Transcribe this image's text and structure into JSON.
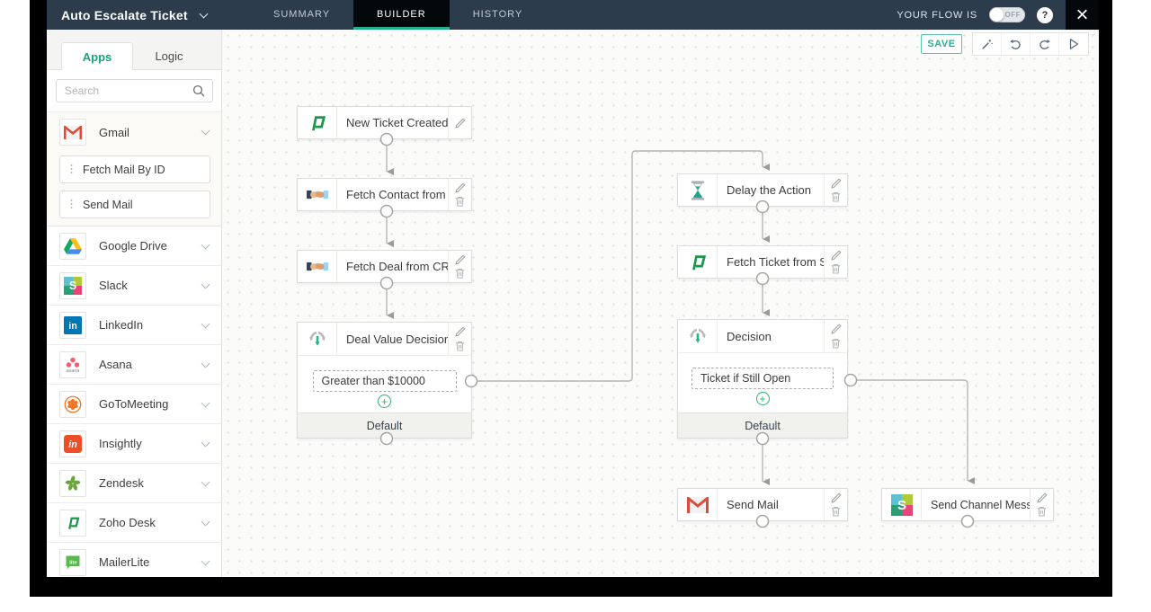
{
  "topbar": {
    "flow_title": "Auto Escalate Ticket",
    "tabs": {
      "summary": "SUMMARY",
      "builder": "BUILDER",
      "history": "HISTORY"
    },
    "flow_status_label": "YOUR FLOW IS",
    "toggle_state": "OFF",
    "help_glyph": "?",
    "close_glyph": "×"
  },
  "sidebar": {
    "tabs": {
      "apps": "Apps",
      "logic": "Logic"
    },
    "search_placeholder": "Search",
    "expanded_app": {
      "name": "Gmail",
      "actions": [
        "Fetch Mail By ID",
        "Send Mail"
      ]
    },
    "apps": [
      "Google Drive",
      "Slack",
      "LinkedIn",
      "Asana",
      "GoToMeeting",
      "Insightly",
      "Zendesk",
      "Zoho Desk",
      "MailerLite"
    ]
  },
  "toolbar": {
    "save_label": "SAVE"
  },
  "canvas": {
    "nodes": {
      "new_ticket": {
        "title": "New Ticket Created in ..."
      },
      "fetch_contact": {
        "title": "Fetch Contact from CRM"
      },
      "fetch_deal": {
        "title": "Fetch Deal from CRM"
      },
      "deal_decision": {
        "title": "Deal Value Decision",
        "branch": "Greater than $10000",
        "default_label": "Default"
      },
      "delay": {
        "title": "Delay the Action"
      },
      "fetch_ticket": {
        "title": "Fetch Ticket from Supp..."
      },
      "decision": {
        "title": "Decision",
        "branch": "Ticket if Still Open",
        "default_label": "Default"
      },
      "send_mail": {
        "title": "Send Mail"
      },
      "send_channel": {
        "title": "Send Channel Message"
      }
    },
    "plus_glyph": "+"
  },
  "colors": {
    "topbar": "#2d3c4d",
    "accent_teal": "#21b08c",
    "plus_green": "#2bb673",
    "frame_black": "#000000"
  }
}
